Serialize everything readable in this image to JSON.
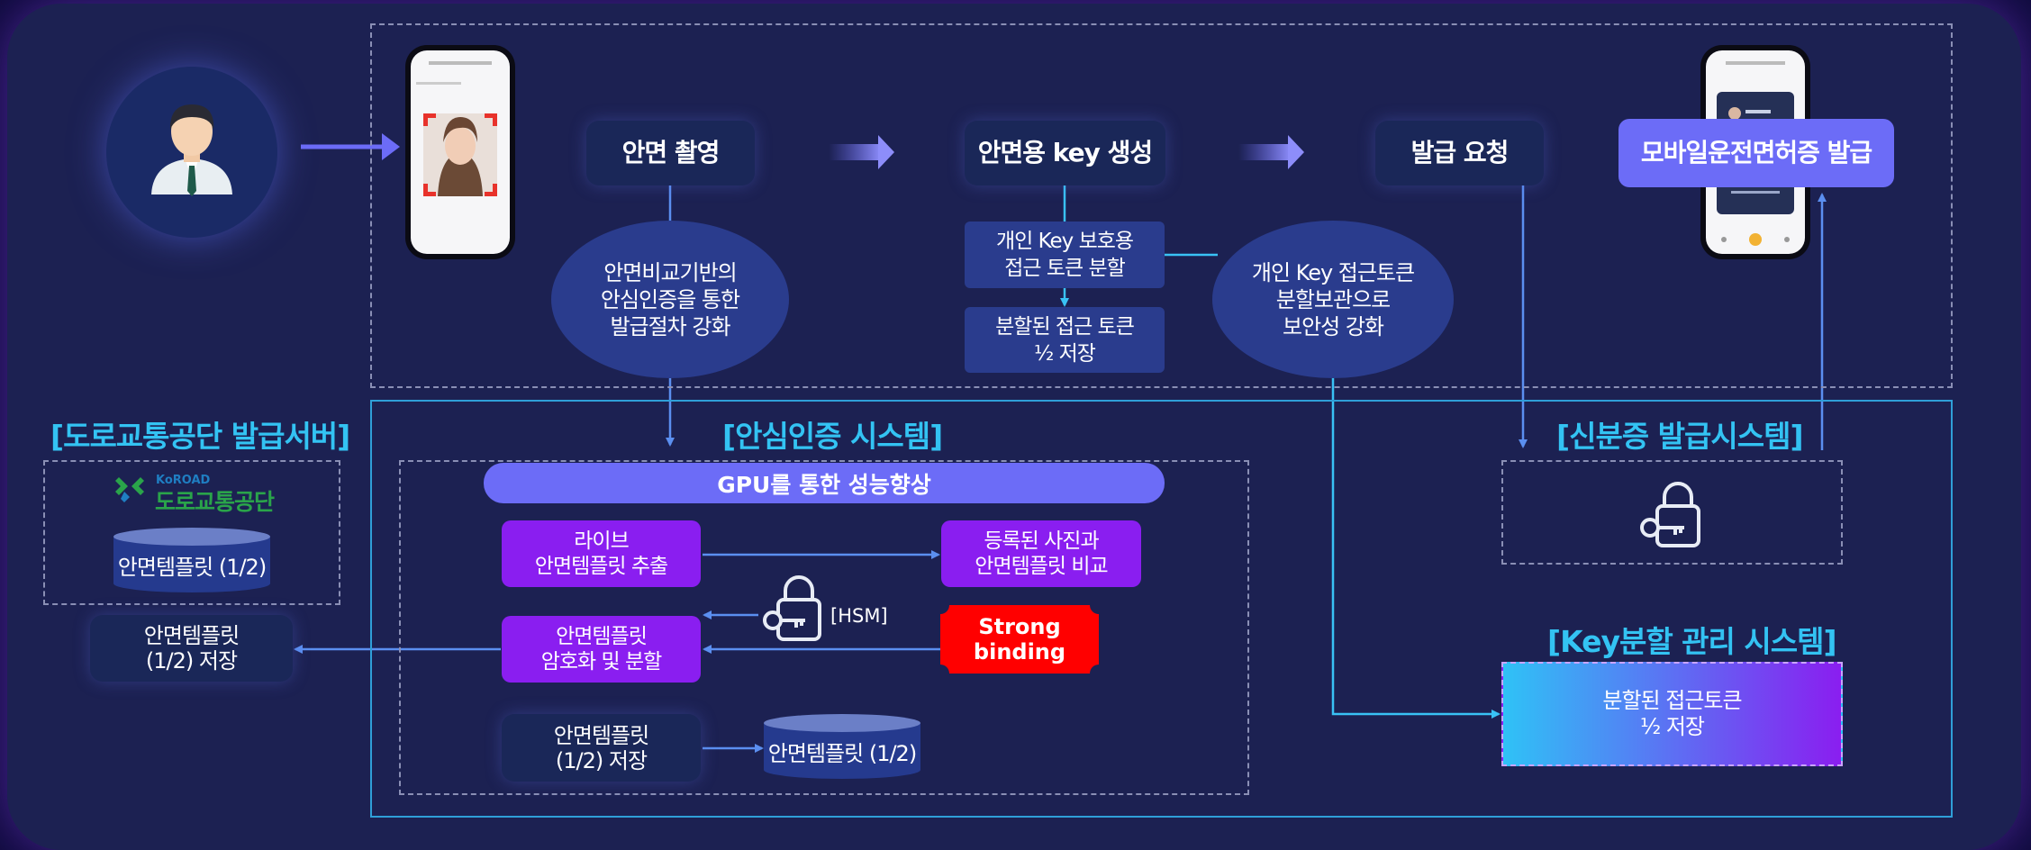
{
  "flow": {
    "photo_step": "안면 촬영",
    "keygen_step": "안면용 key 생성",
    "request_step": "발급 요청",
    "issue_step": "모바일운전면허증 발급"
  },
  "ovals": {
    "left_lines": [
      "안면비교기반의",
      "안심인증을 통한",
      "발급절차 강화"
    ],
    "right_lines": [
      "개인 Key 접근토큰",
      "분할보관으로",
      "보안성 강화"
    ]
  },
  "key_boxes": {
    "split_lines": [
      "개인 Key 보호용",
      "접근 토큰 분할"
    ],
    "saved_lines": [
      "분할된 접근 토큰",
      "½ 저장"
    ]
  },
  "left_server": {
    "title": "[도로교통공단 발급서버]",
    "logo_small": "KoROAD",
    "logo_text": "도로교통공단",
    "db_label": "안면템플릿 (1/2)",
    "save_lines": [
      "안면템플릿",
      "(1/2) 저장"
    ]
  },
  "auth_system": {
    "title": "[안심인증 시스템]",
    "gpu_banner": "GPU를 통한 성능향상",
    "live_lines": [
      "라이브",
      "안면템플릿 추출"
    ],
    "compare_lines": [
      "등록된 사진과",
      "안면템플릿 비교"
    ],
    "encrypt_lines": [
      "안면템플릿",
      "암호화 및 분할"
    ],
    "hsm_label": "[HSM]",
    "strong_lines": [
      "Strong",
      "binding"
    ],
    "save_lines": [
      "안면템플릿",
      "(1/2) 저장"
    ],
    "db_label": "안면템플릿 (1/2)"
  },
  "id_system": {
    "title": "[신분증 발급시스템]"
  },
  "key_system": {
    "title": "[Key분할 관리 시스템]",
    "box_lines": [
      "분할된 접근토큰",
      "½ 저장"
    ]
  },
  "colors": {
    "background": "#0d0a3a",
    "panel": "#1c2152",
    "dark_box": "#1a2758",
    "accent_blue": "#5b8ff0",
    "section_title": "#33c3f3",
    "purple": "#8a1ef0",
    "banner": "#6c6cf7",
    "issue_button": "#6c6cf7",
    "strong_binding": "#ff0000",
    "oval": "#2a3c8d"
  },
  "icons": {
    "user": "user-avatar-icon",
    "lock_key": "lock-key-icon",
    "logo": "koroad-logo-icon"
  }
}
